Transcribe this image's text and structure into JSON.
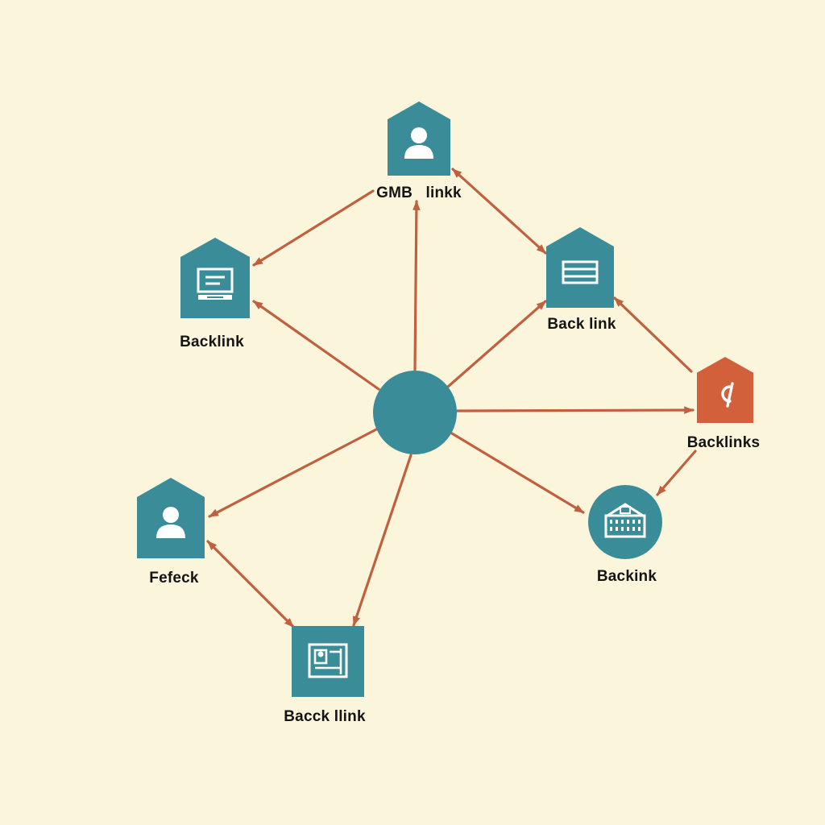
{
  "colors": {
    "background": "#fbf5dc",
    "node": "#3a8d98",
    "accent_node": "#d2603a",
    "arrow": "#c0603f",
    "icon": "#ffffff",
    "text": "#141414"
  },
  "hub": {
    "name": "central-hub"
  },
  "nodes": [
    {
      "id": "top",
      "label": "GMB   linkk",
      "shape": "house",
      "icon": "person-icon",
      "accent": false
    },
    {
      "id": "upper-left",
      "label": "Backlink",
      "shape": "house",
      "icon": "monitor-icon",
      "accent": false
    },
    {
      "id": "upper-right",
      "label": "Back link",
      "shape": "house",
      "icon": "document-icon",
      "accent": false
    },
    {
      "id": "right",
      "label": "Backlinks",
      "shape": "house",
      "icon": "link-glyph-icon",
      "accent": true
    },
    {
      "id": "lower-right",
      "label": "Backink",
      "shape": "circle",
      "icon": "building-icon",
      "accent": false
    },
    {
      "id": "lower-left",
      "label": "Fefeck",
      "shape": "house",
      "icon": "person-icon",
      "accent": false
    },
    {
      "id": "bottom",
      "label": "Bacck llink",
      "shape": "square",
      "icon": "id-card-icon",
      "accent": false
    }
  ],
  "edges": [
    {
      "from": "hub",
      "to": "top",
      "bidirectional": false
    },
    {
      "from": "hub",
      "to": "upper-left",
      "bidirectional": false
    },
    {
      "from": "hub",
      "to": "upper-right",
      "bidirectional": false
    },
    {
      "from": "hub",
      "to": "right",
      "bidirectional": false
    },
    {
      "from": "hub",
      "to": "lower-right",
      "bidirectional": false
    },
    {
      "from": "hub",
      "to": "lower-left",
      "bidirectional": false
    },
    {
      "from": "hub",
      "to": "bottom",
      "bidirectional": false
    },
    {
      "from": "top",
      "to": "upper-left",
      "bidirectional": false
    },
    {
      "from": "top",
      "to": "upper-right",
      "bidirectional": true
    },
    {
      "from": "right",
      "to": "upper-right",
      "bidirectional": false
    },
    {
      "from": "right",
      "to": "lower-right",
      "bidirectional": false
    },
    {
      "from": "lower-left",
      "to": "bottom",
      "bidirectional": true
    }
  ]
}
